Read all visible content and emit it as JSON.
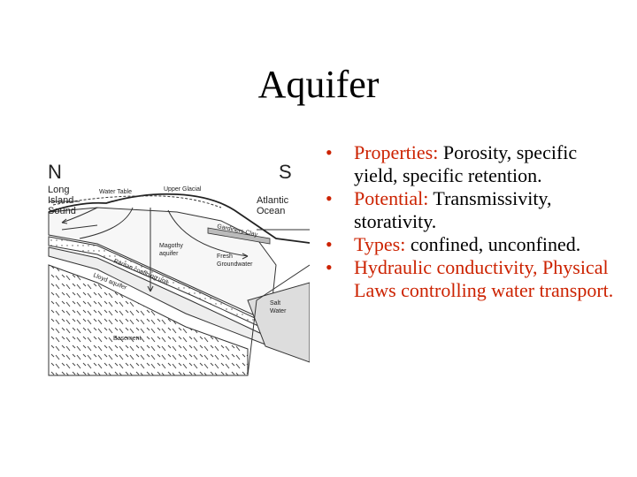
{
  "slide": {
    "title": "Aquifer"
  },
  "diagram": {
    "compass_left": "N",
    "compass_right": "S",
    "labels": {
      "long_island_sound": [
        "Long",
        "Island",
        "Sound"
      ],
      "atlantic_ocean": [
        "Atlantic",
        "Ocean"
      ],
      "water_table": "Water Table",
      "upper_glacial": "Upper Glacial",
      "gardiners_clay": "Gardiners Clay",
      "magothy_aquifer": [
        "Magothy",
        "aquifer"
      ],
      "fresh_groundwater": [
        "Fresh",
        "Groundwater"
      ],
      "raritan_confining_unit": "Raritan confining unit",
      "lloyd_aquifer": "Lloyd aquifer",
      "salt_water": [
        "Salt",
        "Water"
      ],
      "basement": "Basement"
    }
  },
  "bullets": [
    {
      "highlight": "Properties:",
      "text": " Porosity, specific yield, specific retention."
    },
    {
      "highlight": "Potential:",
      "text": " Transmissivity, storativity."
    },
    {
      "highlight": "Types:",
      "text": " confined, unconfined."
    },
    {
      "highlight": "Hydraulic conductivity, Physical Laws controlling water transport.",
      "text": ""
    }
  ],
  "colors": {
    "highlight": "#cc2200",
    "text": "#000000"
  }
}
